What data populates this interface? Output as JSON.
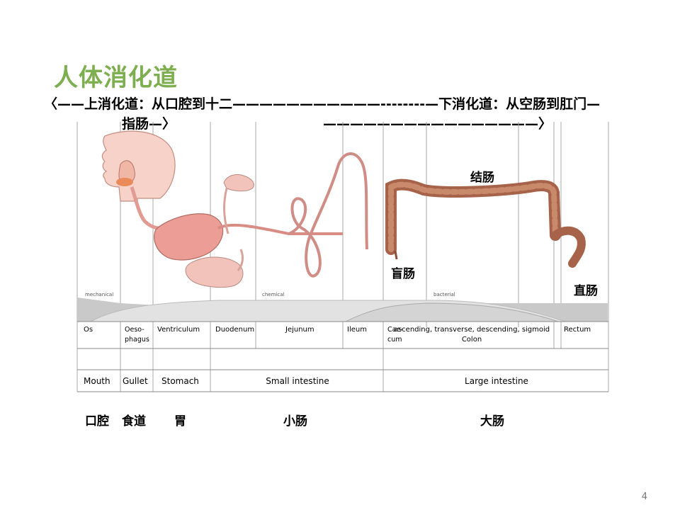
{
  "slide": {
    "title": "人体消化道",
    "subtitle_line1": "〈——上消化道：从口腔到十二———————————--------—下消化道：从空肠到肛门—",
    "subtitle_line2a": "指肠—〉",
    "subtitle_line2b": "————————————————〉",
    "page_number": "4"
  },
  "labels_cn": {
    "colon": "结肠",
    "caecum": "盲肠",
    "rectum": "直肠",
    "mouth": "口腔",
    "gullet": "食道",
    "stomach": "胃",
    "small_intestine": "小肠",
    "large_intestine": "大肠"
  },
  "digestion_types": {
    "mechanical": "mechanical",
    "chemical": "chemical",
    "bacterial": "bacterial"
  },
  "segments": [
    {
      "label": "Os"
    },
    {
      "label": "Oeso-\nphagus"
    },
    {
      "label": "Ventriculum"
    },
    {
      "label": "Duodenum"
    },
    {
      "label": "Jejunum"
    },
    {
      "label": "Ileum"
    },
    {
      "label": "Cae-\ncum"
    },
    {
      "label": "ascending, transverse, descending, sigmoid\nColon"
    },
    {
      "label": "Rectum"
    }
  ],
  "regions": [
    {
      "label": "Mouth"
    },
    {
      "label": "Gullet"
    },
    {
      "label": "Stomach"
    },
    {
      "label": "Small intestine"
    },
    {
      "label": "Large intestine"
    }
  ],
  "colors": {
    "title_green": "#7dae4f",
    "organ_pink": "#e9a09a",
    "intestine_brown": "#b06a4e",
    "grid_line": "#999999"
  }
}
